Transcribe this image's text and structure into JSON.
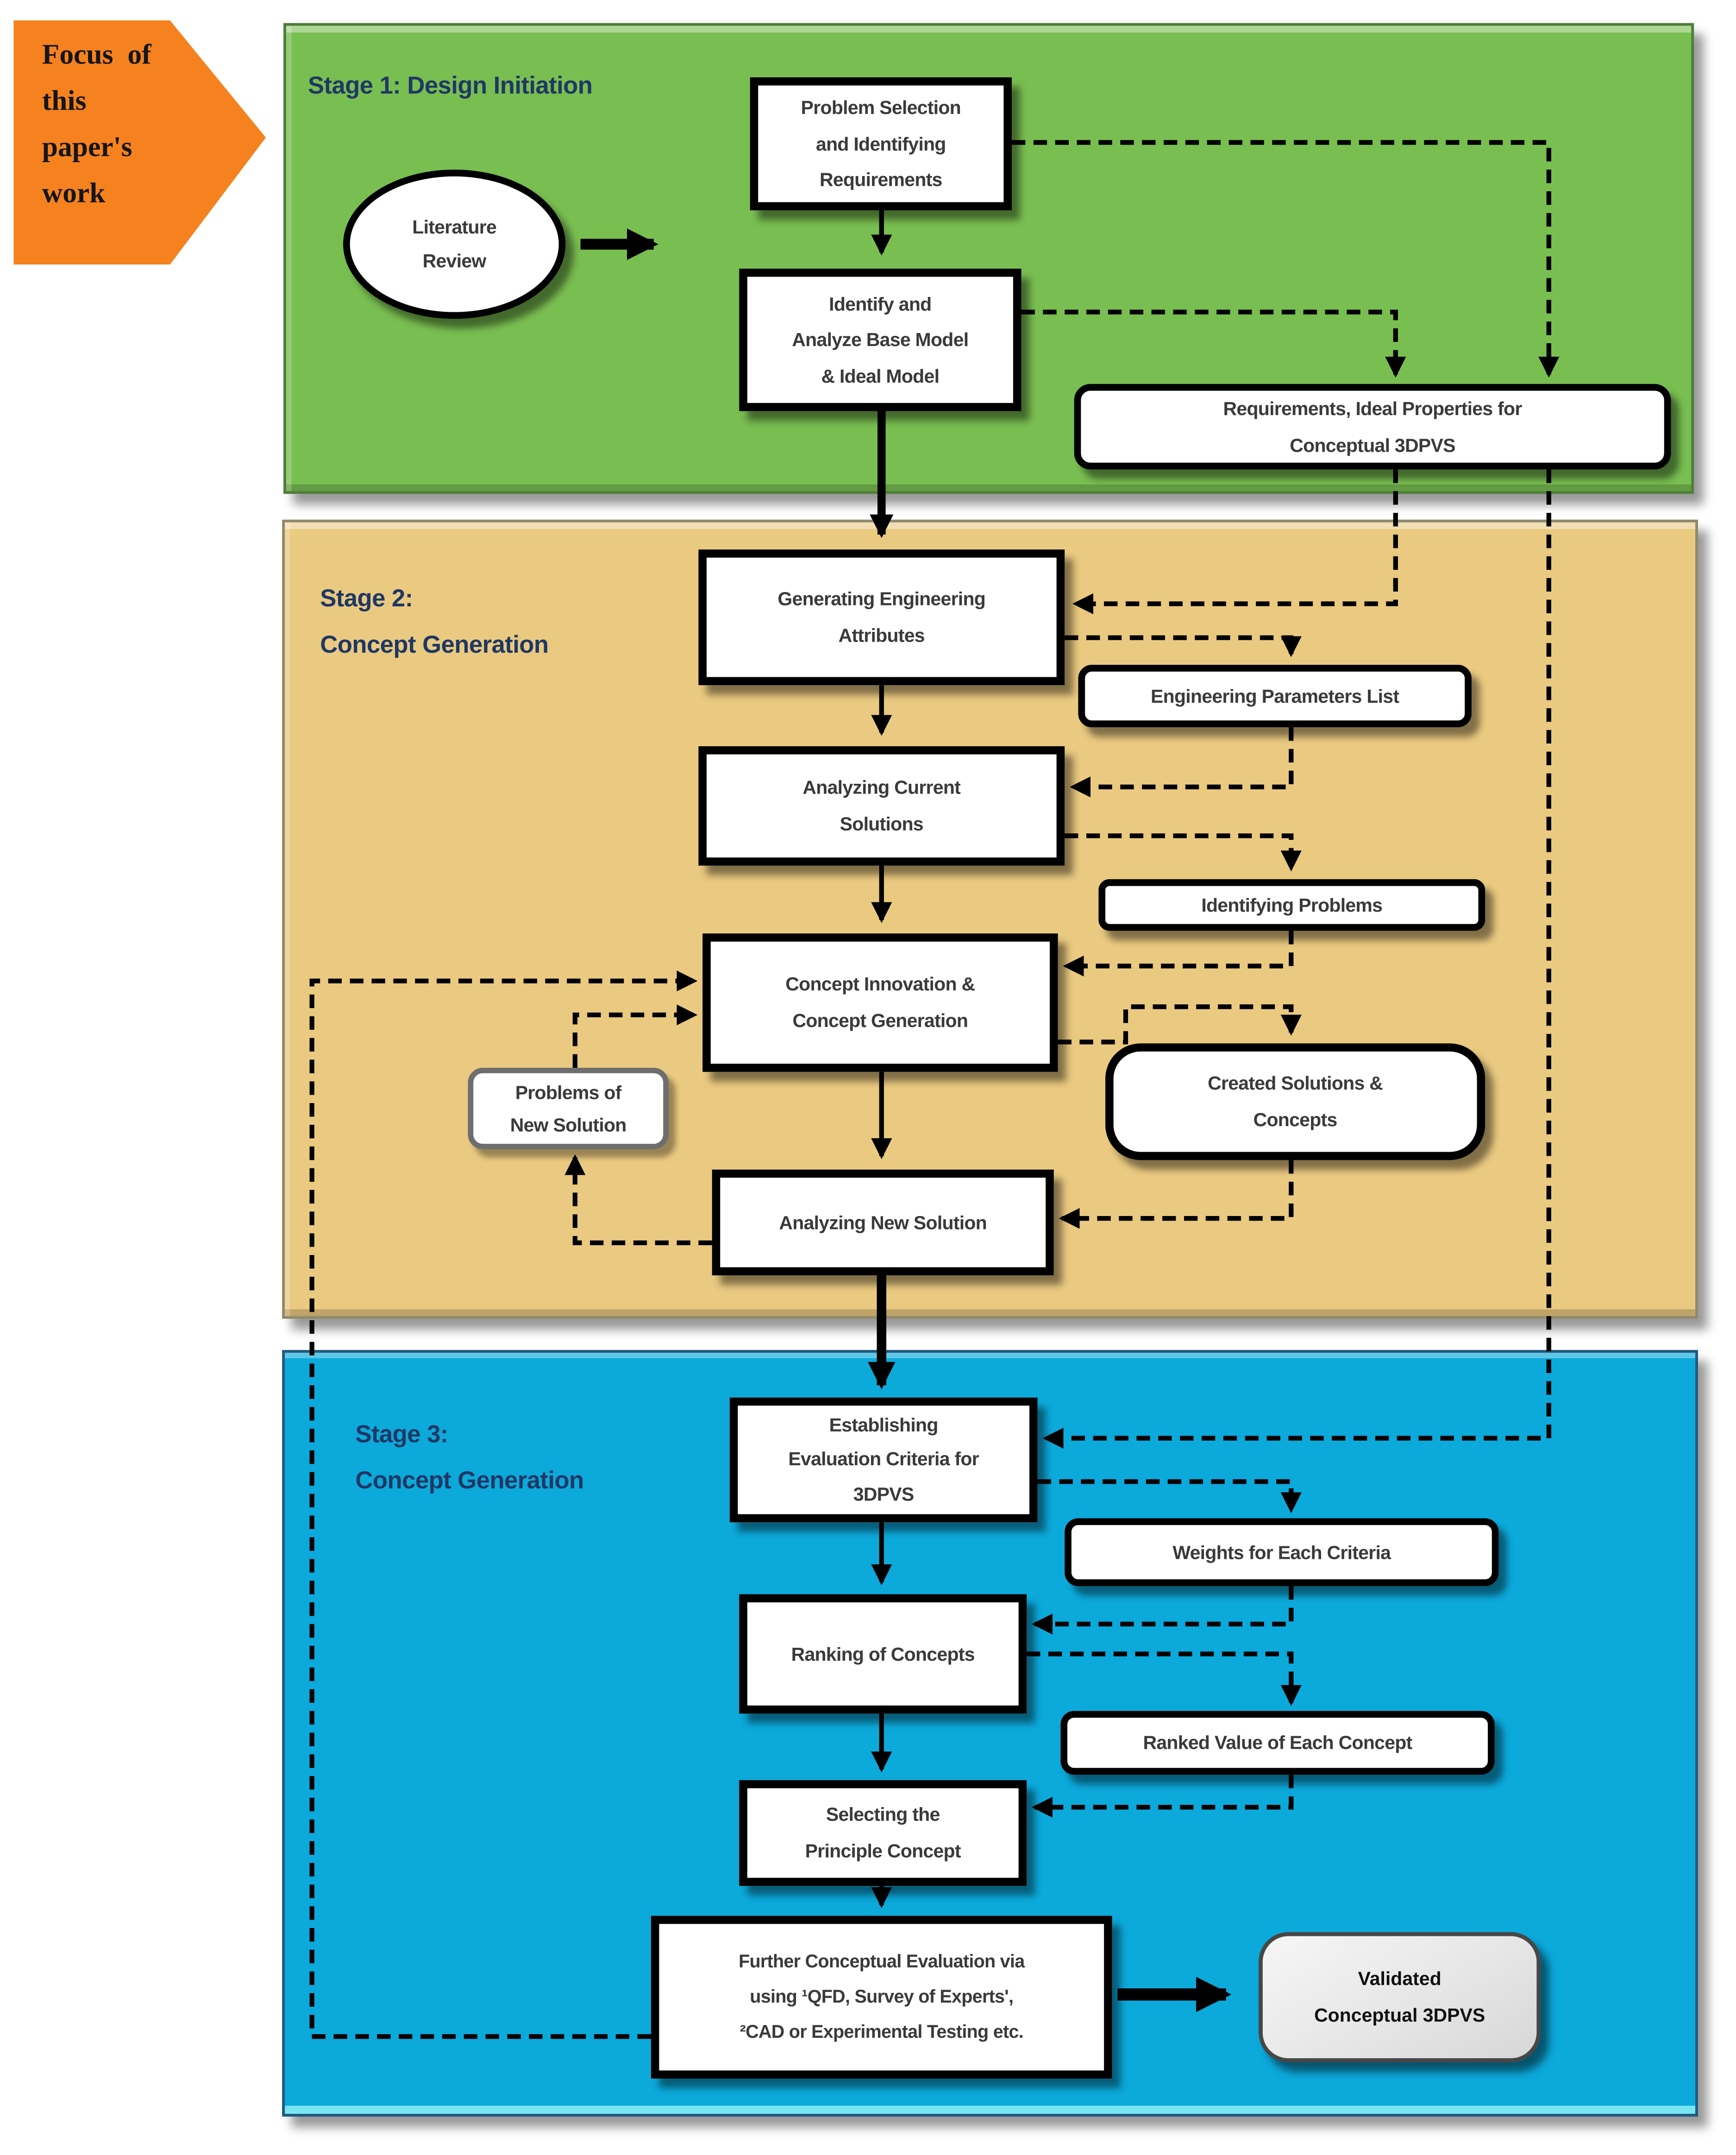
{
  "callout": {
    "label": "Focus  of\nthis\npaper's\nwork"
  },
  "colors": {
    "callout_bg": "#F5821F",
    "stage1_bg": "#79BE51",
    "stage2_bg": "#EAC980",
    "stage3_bg": "#0CA9DB",
    "stage_title_text": "#1F3864",
    "node_text": "#3A3A3A",
    "validated_fill": "#E4E4E4"
  },
  "stage1": {
    "title": "Stage 1: Design Initiation",
    "nodes": {
      "literature_review": {
        "label": "Literature\nReview"
      },
      "problem_selection": {
        "label": "Problem Selection\nand Identifying\nRequirements"
      },
      "identify_analyze": {
        "label": "Identify and\nAnalyze Base Model\n& Ideal Model"
      },
      "requirements_ideal": {
        "label": "Requirements, Ideal Properties for\nConceptual 3DPVS"
      }
    }
  },
  "stage2": {
    "title": "Stage 2:\nConcept Generation",
    "nodes": {
      "generating_attributes": {
        "label": "Generating Engineering\nAttributes"
      },
      "engineering_parameters": {
        "label": "Engineering Parameters List"
      },
      "analyzing_current": {
        "label": "Analyzing Current\nSolutions"
      },
      "identifying_problems": {
        "label": "Identifying Problems"
      },
      "concept_innovation": {
        "label": "Concept Innovation &\nConcept Generation"
      },
      "problems_new_solution": {
        "label": "Problems of\nNew Solution"
      },
      "created_solutions": {
        "label": "Created Solutions &\nConcepts"
      },
      "analyzing_new_solution": {
        "label": "Analyzing New Solution"
      }
    }
  },
  "stage3": {
    "title": "Stage 3:\nConcept Generation",
    "nodes": {
      "establishing_criteria": {
        "label": "Establishing\nEvaluation Criteria for\n3DPVS"
      },
      "weights_criteria": {
        "label": "Weights  for Each Criteria"
      },
      "ranking_concepts": {
        "label": "Ranking of Concepts"
      },
      "ranked_value": {
        "label": "Ranked Value of Each Concept"
      },
      "selecting_principle": {
        "label": "Selecting the\nPrinciple Concept"
      },
      "further_evaluation": {
        "label": "Further Conceptual Evaluation via\nusing ¹QFD,  Survey of Experts',\n²CAD or Experimental Testing etc."
      },
      "validated_3dpvs": {
        "label": "Validated\nConceptual 3DPVS"
      }
    }
  }
}
